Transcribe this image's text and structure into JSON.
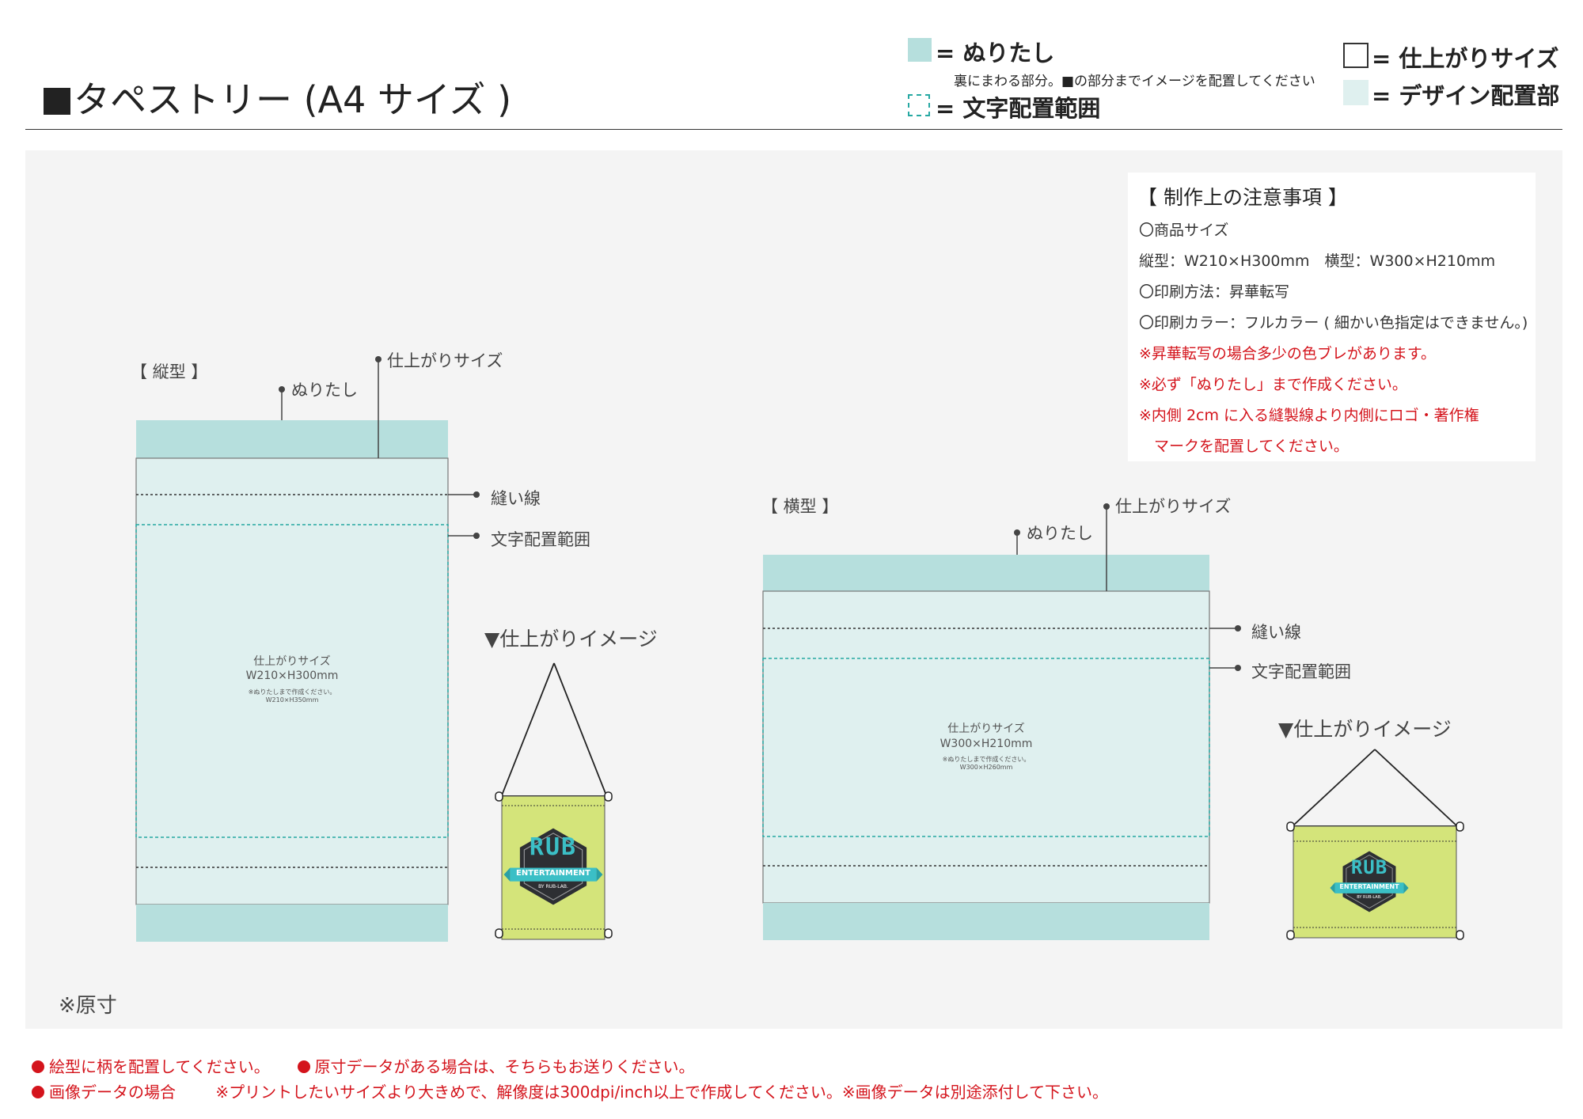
{
  "page": {
    "title": "タペストリー (A4 サイズ )"
  },
  "legend": {
    "bleed_label": "= ぬりたし",
    "bleed_note": "裏にまわる部分。■の部分までイメージを配置してください",
    "text_area_label": "= 文字配置範囲",
    "finish_size_label": "= 仕上がりサイズ",
    "design_area_label": "= デザイン配置部",
    "colors": {
      "bleed": "#b6dfdd",
      "design": "#dff0ef",
      "text_area_border": "#26a8a2"
    }
  },
  "notes": {
    "title": "【 制作上の注意事項 】",
    "lines": [
      "〇商品サイズ",
      "縦型：W210×H300mm　横型：W300×H210mm",
      "〇印刷方法：昇華転写",
      "〇印刷カラー：フルカラー ( 細かい色指定はできません。)"
    ],
    "red_lines": [
      "※昇華転写の場合多少の色ブレがあります。",
      "※必ず「ぬりたし」まで作成ください。",
      "※内側 2cm に入る縫製線より内側にロゴ・著作権",
      "　マークを配置してください。"
    ]
  },
  "portrait": {
    "heading": "【 縦型 】",
    "bleed_label": "ぬりたし",
    "finish_label": "仕上がりサイズ",
    "seam_label": "縫い線",
    "text_area_label": "文字配置範囲",
    "center_title": "仕上がりサイズ",
    "center_size": "W210×H300mm",
    "center_note": "※ぬりたしまで作成ください。",
    "center_note_size": "W210×H350mm",
    "preview_title": "▼仕上がりイメージ"
  },
  "landscape": {
    "heading": "【 横型 】",
    "bleed_label": "ぬりたし",
    "finish_label": "仕上がりサイズ",
    "seam_label": "縫い線",
    "text_area_label": "文字配置範囲",
    "center_title": "仕上がりサイズ",
    "center_size": "W300×H210mm",
    "center_note": "※ぬりたしまで作成ください。",
    "center_note_size": "W300×H260mm",
    "preview_title": "▼仕上がりイメージ"
  },
  "logo": {
    "name": "RUB",
    "ribbon": "ENTERTAINMENT",
    "sub": "BY RUB-LAB."
  },
  "scale_note": "※原寸",
  "footer": {
    "line1a": "絵型に柄を配置してください。",
    "line1b": "原寸データがある場合は、そちらもお送りください。",
    "line2a": "画像データの場合",
    "line2b": "※プリントしたいサイズより大きめで、解像度は300dpi/inch以上で作成してください。※画像データは別途添付して下さい。"
  }
}
